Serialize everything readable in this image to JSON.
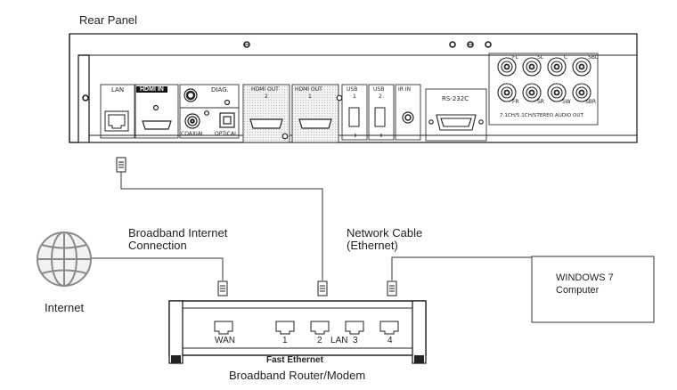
{
  "title": "Rear Panel",
  "panel": {
    "ports": {
      "lan": "LAN",
      "hdmi_in": "HDMI IN",
      "diag": "DIAG.",
      "coaxial": "COAXIAL",
      "optical": "OPTICAL",
      "hdmi_out_2": "HDMI OUT",
      "hdmi_out_2_num": "2",
      "hdmi_out_1": "HDMI OUT",
      "hdmi_out_1_num": "1",
      "usb_1": "USB",
      "usb_1_num": "1",
      "usb_2": "USB",
      "usb_2_num": "2",
      "ir_in": "IR IN",
      "rs232c": "RS-232C"
    },
    "audio": {
      "top_row": [
        "FL",
        "SL",
        "C",
        "SBL"
      ],
      "bottom_row": [
        "FR",
        "SR",
        "SW",
        "SBR"
      ],
      "caption": "7.1CH/5.1CH/STEREO AUDIO OUT"
    }
  },
  "labels": {
    "broadband_line1": "Broadband Internet",
    "broadband_line2": "Connection",
    "network_line1": "Network Cable",
    "network_line2": "(Ethernet)",
    "internet": "Internet",
    "computer_line1": "WINDOWS 7",
    "computer_line2": "Computer"
  },
  "router": {
    "ports": [
      "WAN",
      "1",
      "2",
      "3",
      "4"
    ],
    "lan_label": "LAN",
    "fast_ethernet": "Fast Ethernet",
    "name": "Broadband Router/Modem"
  }
}
